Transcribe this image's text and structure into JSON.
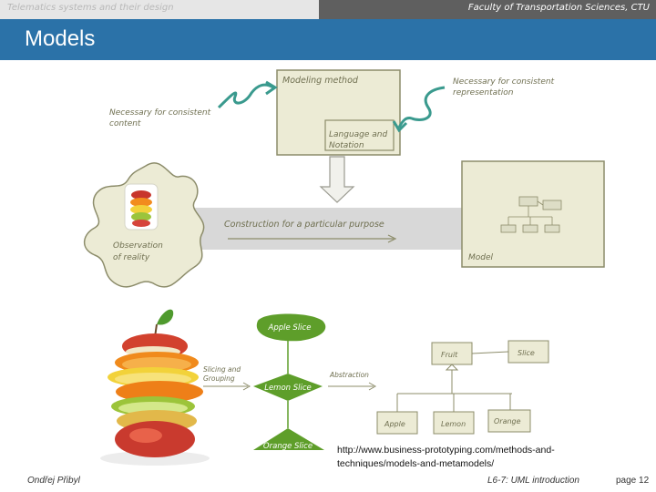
{
  "header": {
    "course": "Telematics systems and their design",
    "faculty": "Faculty of Transportation Sciences, CTU",
    "title": "Models"
  },
  "diagram_top": {
    "method_label": "Modeling method",
    "language_label": "Language and Notation",
    "necessary_content": "Necessary for consistent content",
    "necessary_representation": "Necessary for consistent representation",
    "observation": "Observation of reality",
    "construction": "Construction for a particular purpose",
    "model": "Model"
  },
  "diagram_bottom": {
    "apple_slice": "Apple Slice",
    "lemon_slice": "Lemon Slice",
    "orange_slice": "Orange Slice",
    "slicing_grouping": "Slicing and Grouping",
    "abstraction": "Abstraction",
    "fruit": "Fruit",
    "slice": "Slice",
    "apple": "Apple",
    "lemon": "Lemon",
    "orange": "Orange"
  },
  "source_url": "http://www.business-prototyping.com/methods-and-techniques/models-and-metamodels/",
  "footer": {
    "author": "Ondřej Přibyl",
    "lecture": "L6-7: UML introduction",
    "page": "page 12"
  }
}
